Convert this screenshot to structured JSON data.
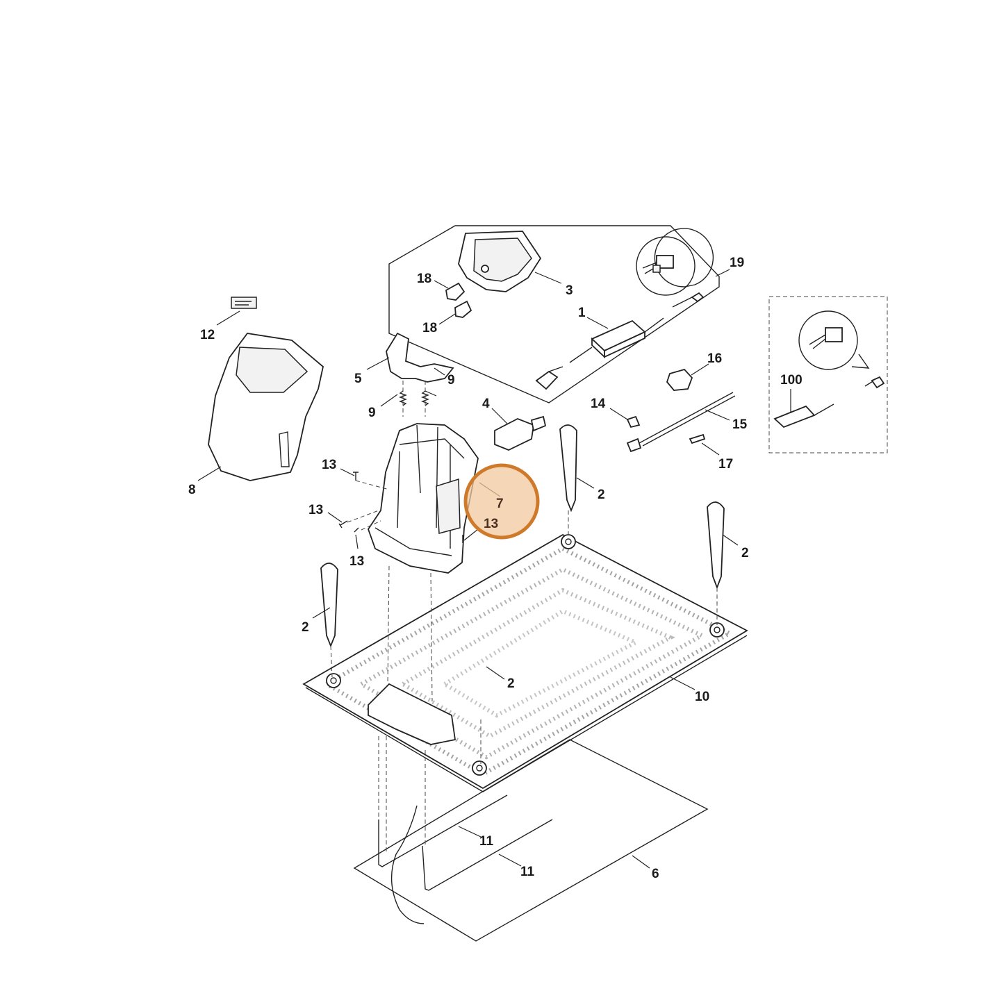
{
  "diagram": {
    "labels": {
      "l1": "1",
      "l2a": "2",
      "l2b": "2",
      "l2c": "2",
      "l2d": "2",
      "l3": "3",
      "l4": "4",
      "l5": "5",
      "l6": "6",
      "l7": "7",
      "l8": "8",
      "l9a": "9",
      "l9b": "9",
      "l10": "10",
      "l11a": "11",
      "l11b": "11",
      "l12": "12",
      "l13a": "13",
      "l13b": "13",
      "l13c": "13",
      "l13d": "13",
      "l14": "14",
      "l15": "15",
      "l16": "16",
      "l17": "17",
      "l18a": "18",
      "l18b": "18",
      "l19": "19",
      "l100": "100"
    },
    "highlight": {
      "color": "#cf7a2a",
      "fill": "#f2c9a0"
    }
  }
}
